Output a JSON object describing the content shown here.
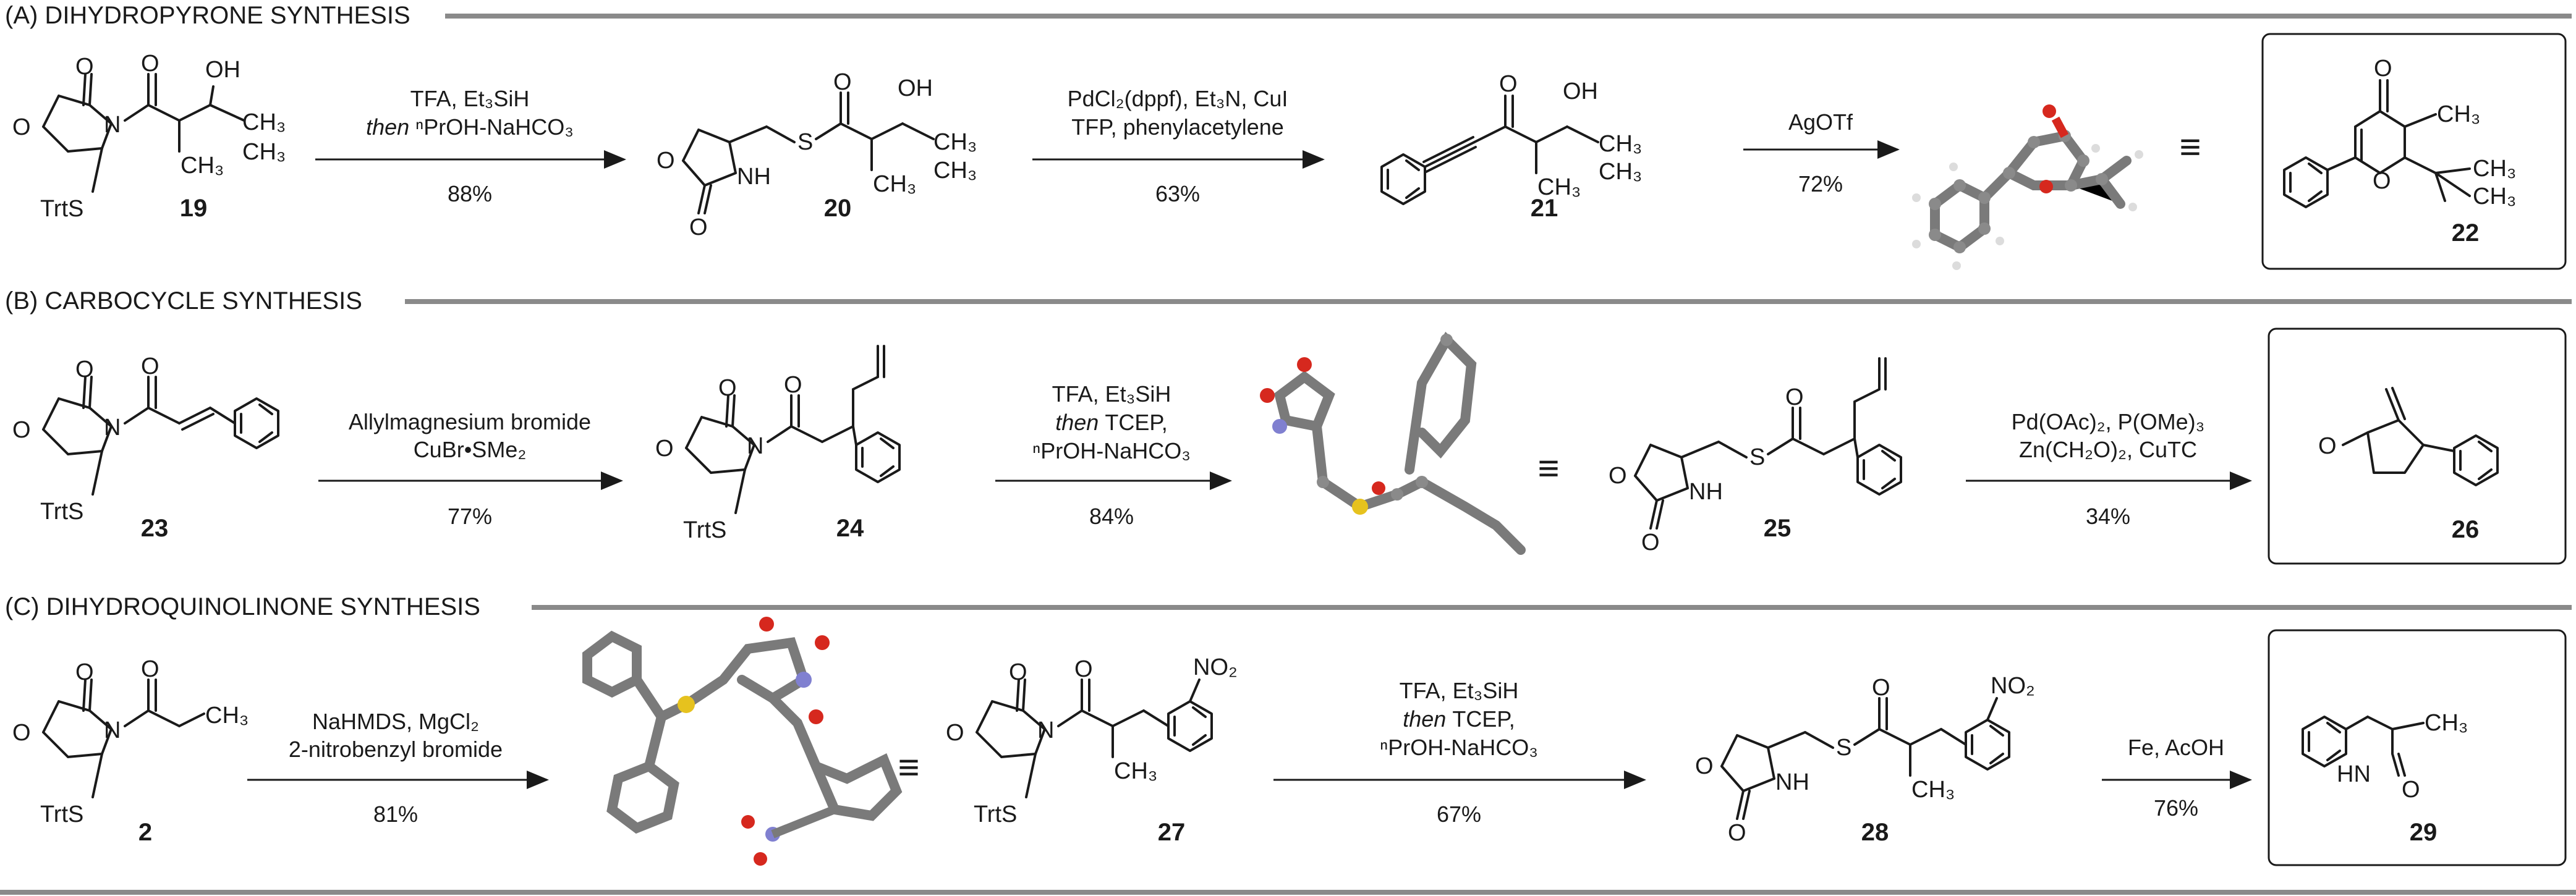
{
  "sections": [
    {
      "title": "(A) DIHYDROPYRONE SYNTHESIS"
    },
    {
      "title": "(B) CARBOCYCLE SYNTHESIS"
    },
    {
      "title": "(C) DIHYDROQUINOLINONE SYNTHESIS"
    }
  ],
  "compounds": {
    "c19": "19",
    "c20": "20",
    "c21": "21",
    "c22": "22",
    "c23": "23",
    "c24": "24",
    "c25": "25",
    "c26": "26",
    "c2": "2",
    "c27": "27",
    "c28": "28",
    "c29": "29"
  },
  "steps": {
    "a1": {
      "line1": "TFA, Et₃SiH",
      "line2_prefix": "then ",
      "line2_rest": "ⁿPrOH-NaHCO₃",
      "yield": "88%"
    },
    "a2": {
      "line1": "PdCl₂(dppf), Et₃N, CuI",
      "line2": "TFP, phenylacetylene",
      "yield": "63%"
    },
    "a3": {
      "line1": "AgOTf",
      "yield": "72%"
    },
    "b1": {
      "line1": "Allylmagnesium bromide",
      "line2": "CuBr•SMe₂",
      "yield": "77%"
    },
    "b2": {
      "line1": "TFA, Et₃SiH",
      "line2_prefix": "then ",
      "line2_rest": "TCEP,",
      "line3": "ⁿPrOH-NaHCO₃",
      "yield": "84%"
    },
    "b3": {
      "line1": "Pd(OAc)₂, P(OMe)₃",
      "line2": "Zn(CH₂O)₂, CuTC",
      "yield": "34%"
    },
    "c1": {
      "line1": "NaHMDS, MgCl₂",
      "line2": "2-nitrobenzyl bromide",
      "yield": "81%"
    },
    "c2": {
      "line1": "TFA, Et₃SiH",
      "line2_prefix": "then ",
      "line2_rest": "TCEP,",
      "line3": "ⁿPrOH-NaHCO₃",
      "yield": "67%"
    },
    "c3": {
      "line1": "Fe, AcOH",
      "yield": "76%"
    }
  },
  "atoms": {
    "O": "O",
    "N": "N",
    "NH": "NH",
    "OH": "OH",
    "S": "S",
    "TrtS": "TrtS",
    "CH3": "CH₃",
    "NO2": "NO₂",
    "HN": "HN"
  },
  "equiv_symbol": "≡"
}
